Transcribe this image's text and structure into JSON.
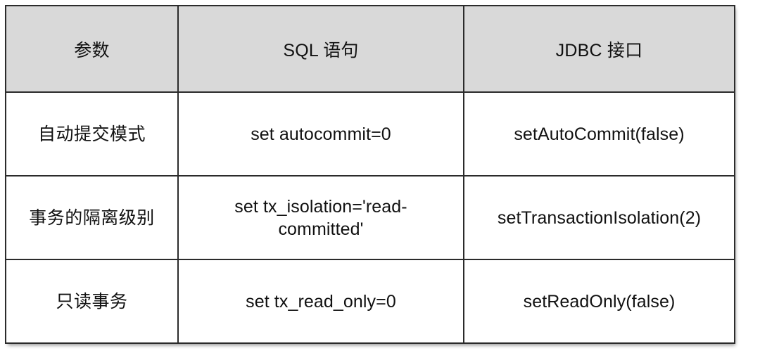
{
  "table": {
    "columns": [
      {
        "key": "param",
        "label": "参数"
      },
      {
        "key": "sql",
        "label": "SQL 语句"
      },
      {
        "key": "jdbc",
        "label": "JDBC 接口"
      }
    ],
    "rows": [
      {
        "param": "自动提交模式",
        "sql": "set autocommit=0",
        "jdbc": "setAutoCommit(false)"
      },
      {
        "param": "事务的隔离级别",
        "sql": "set tx_isolation='read-committed'",
        "jdbc": "setTransactionIsolation(2)"
      },
      {
        "param": "只读事务",
        "sql": "set tx_read_only=0",
        "jdbc": "setReadOnly(false)"
      }
    ]
  },
  "style": {
    "header_background": "#d9d9d9",
    "body_background": "#ffffff",
    "border_color": "#2b2b2b",
    "text_color": "#111111"
  }
}
